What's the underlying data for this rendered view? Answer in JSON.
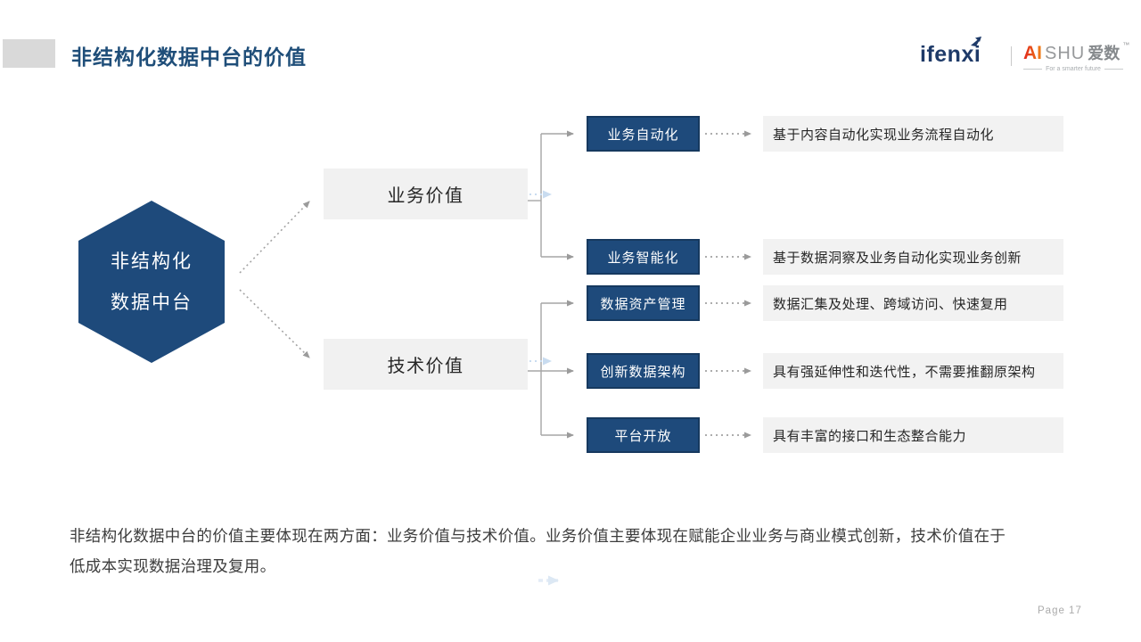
{
  "header": {
    "title": "非结构化数据中台的价值",
    "logos": {
      "ifenxi": "ifenxi",
      "aishu_ai": "AI",
      "aishu_shu": "SHU",
      "aishu_cn": "爱数",
      "aishu_tm": "™",
      "aishu_tagline": "For a smarter future"
    }
  },
  "diagram": {
    "hexagon": {
      "line1": "非结构化",
      "line2": "数据中台"
    },
    "categories": [
      {
        "label": "业务价值"
      },
      {
        "label": "技术价值"
      }
    ],
    "rows": [
      {
        "label": "业务自动化",
        "desc": "基于内容自动化实现业务流程自动化"
      },
      {
        "label": "业务智能化",
        "desc": "基于数据洞察及业务自动化实现业务创新"
      },
      {
        "label": "数据资产管理",
        "desc": "数据汇集及处理、跨域访问、快速复用"
      },
      {
        "label": "创新数据架构",
        "desc": "具有强延伸性和迭代性，不需要推翻原架构"
      },
      {
        "label": "平台开放",
        "desc": "具有丰富的接口和生态整合能力"
      }
    ]
  },
  "footer": {
    "line1": "非结构化数据中台的价值主要体现在两方面：业务价值与技术价值。业务价值主要体现在赋能企业业务与商业模式创新，技术价值在于",
    "line2": "低成本实现数据治理及复用。",
    "page": "Page 17"
  },
  "colors": {
    "primary_navy": "#1E4A7B",
    "title_blue": "#1F4E79",
    "box_gray": "#F2F2F2",
    "connector_gray": "#A6A6A6",
    "accent_light_blue": "#C9DCF0",
    "logo_red": "#E1251B"
  }
}
